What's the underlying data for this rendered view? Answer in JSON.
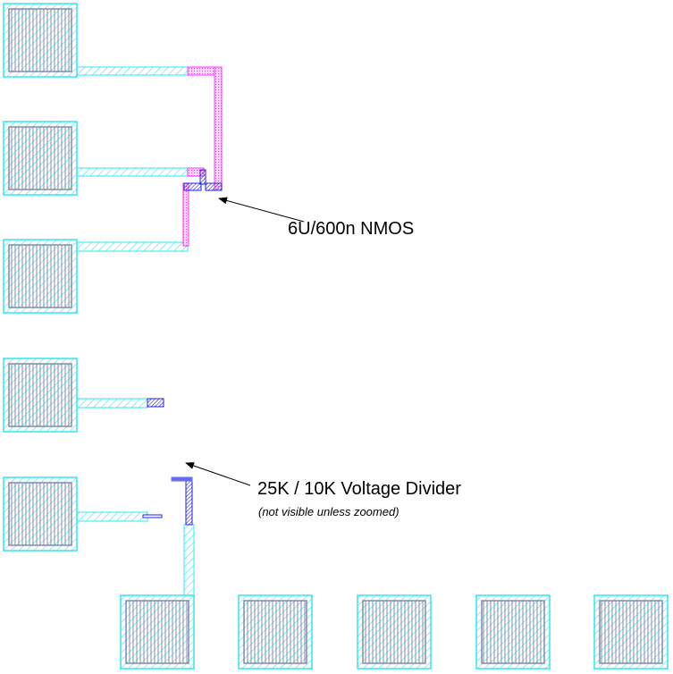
{
  "annotations": {
    "nmos": {
      "label": "6U/600n NMOS"
    },
    "divider": {
      "label": "25K / 10K Voltage Divider",
      "note": "(not visible unless zoomed)"
    }
  },
  "colors": {
    "metal": "#33e6f0",
    "poly": "#ff33ff",
    "diffusion": "#2020e0",
    "pad_inner": "#8888a8",
    "arrow": "#000000"
  },
  "pads": {
    "left_column_count": 5,
    "bottom_row_count": 5
  }
}
